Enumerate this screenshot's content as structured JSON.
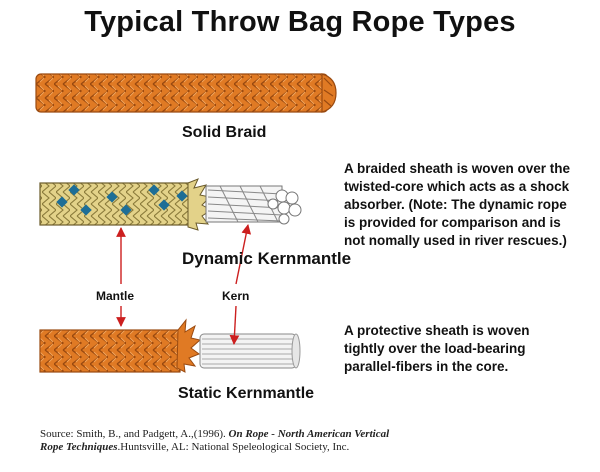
{
  "title": "Typical Throw Bag Rope Types",
  "labels": {
    "solid_braid": "Solid Braid",
    "dynamic": "Dynamic Kernmantle",
    "static": "Static Kernmantle",
    "mantle": "Mantle",
    "kern": "Kern"
  },
  "descriptions": {
    "dynamic": [
      "A braided sheath is woven over the",
      "twisted-core which acts as a shock",
      "absorber. (Note: The dynamic rope",
      "is provided for comparison and is",
      "not nomally used in river rescues.)"
    ],
    "static": [
      "A protective sheath is woven",
      "tightly over the load-bearing",
      "parallel-fibers in the core."
    ]
  },
  "source": {
    "prefix": "Source: Smith, B., and Padgett, A.,(1996). ",
    "book_title_1": "On Rope - North American Vertical",
    "book_title_2": "Rope Techniques",
    "suffix": ".Huntsville, AL: National Speleological Society, Inc."
  },
  "colors": {
    "orange": "#e07a24",
    "orange_dark": "#9a4a10",
    "tan": "#e3d289",
    "blue": "#1e6e96",
    "arrow": "#cc1f1f",
    "core_gray": "#cfcfcf"
  }
}
